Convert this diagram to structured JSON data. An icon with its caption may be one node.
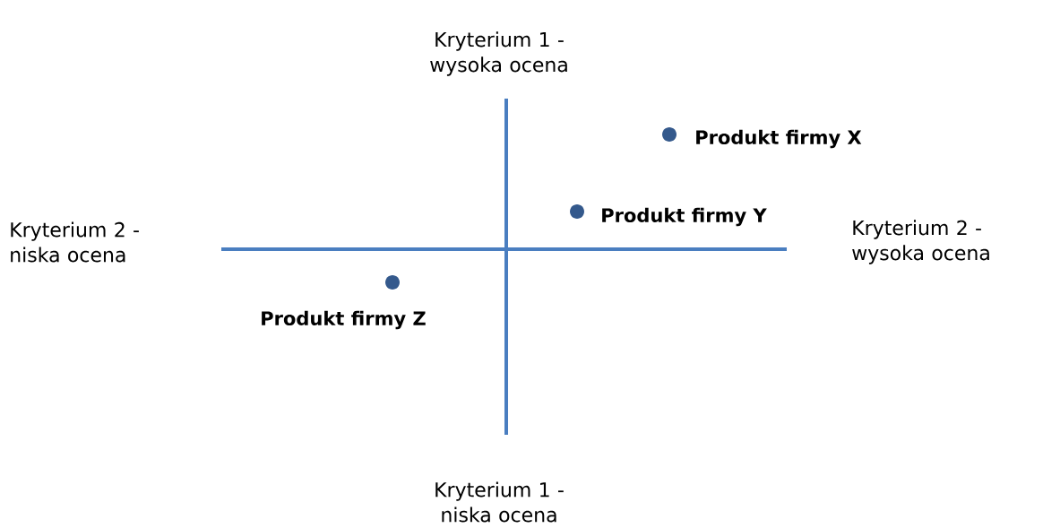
{
  "diagram": {
    "nodes": [
      {
        "text": [],
        "shape": "circle",
        "beside": [
          "Produkt firmy X"
        ]
      },
      {
        "text": [],
        "shape": "circle",
        "beside": [
          "Produkt firmy Y"
        ]
      },
      {
        "text": [],
        "shape": "circle",
        "beside": [
          "Produkt firmy Z"
        ]
      }
    ],
    "labels": [
      "Kryterium 1 - wysoka ocena",
      "Kryterium 2 - niska ocena",
      "Kryterium 2 - wysoka ocena",
      "Kryterium 1 - niska ocena"
    ]
  }
}
